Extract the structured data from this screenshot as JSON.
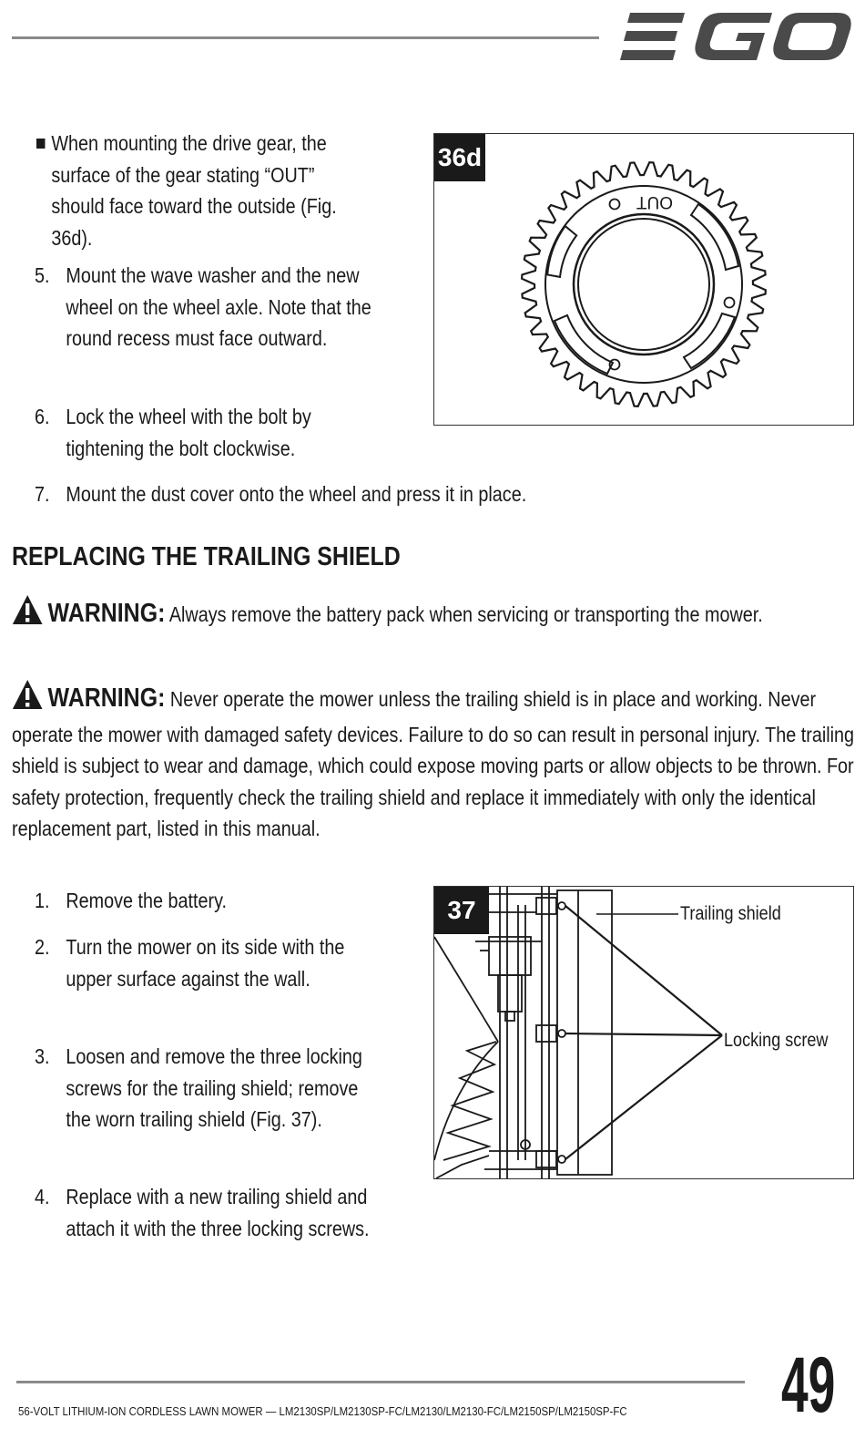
{
  "header": {
    "brand": "EGO"
  },
  "intro_bullet": "When mounting the drive gear, the surface of the gear stating “OUT” should face toward the outside (Fig. 36d).",
  "steps_a": [
    {
      "num": "5.",
      "text": "Mount the wave washer and the new wheel on the wheel axle. Note that the round recess must face outward."
    },
    {
      "num": "6.",
      "text": "Lock the wheel with the bolt by tightening the bolt clockwise."
    },
    {
      "num": "7.",
      "text": "Mount the dust cover onto the wheel and press it in place."
    }
  ],
  "figure_36d": {
    "label": "36d",
    "gear_text": "OUT"
  },
  "section_title": "REPLACING THE TRAILING SHIELD",
  "warnings": [
    {
      "label": "WARNING:",
      "text": "Always remove the battery pack when servicing or transporting the mower."
    },
    {
      "label": "WARNING:",
      "text": "Never operate the mower unless the trailing shield is in place and working. Never operate the mower with damaged safety devices. Failure to do so can result in personal injury. The trailing shield is subject to wear and damage, which could expose moving parts or allow objects to be thrown. For safety protection, frequently check the trailing shield and replace it immediately with only the identical replacement part, listed in this manual."
    }
  ],
  "steps_b": [
    {
      "num": "1.",
      "text": "Remove the battery."
    },
    {
      "num": "2.",
      "text": "Turn the mower on its side with the upper surface against the wall."
    },
    {
      "num": "3.",
      "text": "Loosen and remove the three locking screws for the trailing shield; remove the worn trailing shield (Fig. 37)."
    },
    {
      "num": "4.",
      "text": "Replace with a new trailing shield and attach it with the three locking screws."
    }
  ],
  "figure_37": {
    "label": "37",
    "callout_trailing_shield": "Trailing shield",
    "callout_locking_screw": "Locking screw"
  },
  "footer": {
    "text": "56-VOLT LITHIUM-ION CORDLESS LAWN MOWER — LM2130SP/LM2130SP-FC/LM2130/LM2130-FC/LM2150SP/LM2150SP-FC",
    "page_number": "49"
  }
}
